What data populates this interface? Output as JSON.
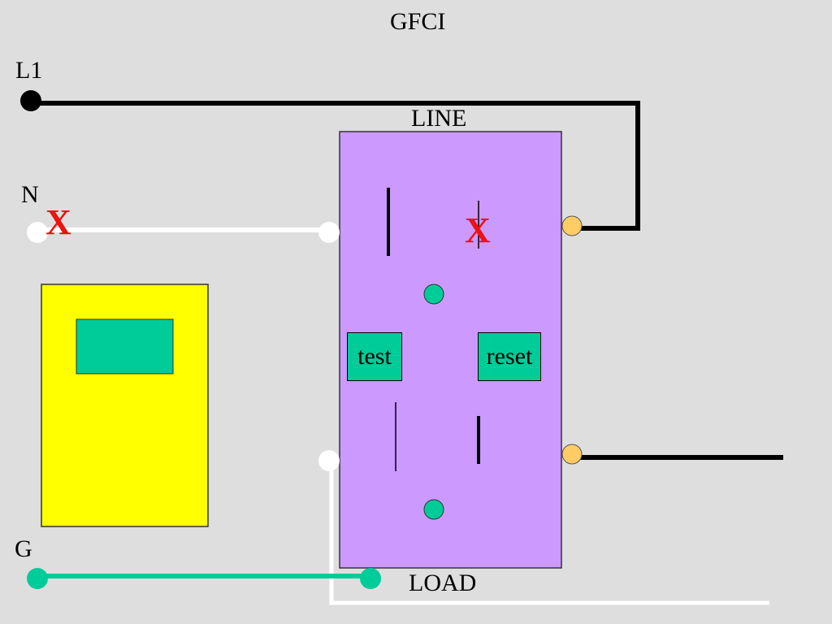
{
  "title": "GFCI",
  "terminals": {
    "hot": "L1",
    "neutral": "N",
    "ground": "G"
  },
  "device": {
    "line_label": "LINE",
    "load_label": "LOAD",
    "test_label": "test",
    "reset_label": "reset"
  },
  "fault_marks": {
    "neutral_supply": "X",
    "line_neutral_slot": "X"
  },
  "colors": {
    "background": "#dedede",
    "gfci_body": "#cc99ff",
    "tester_body": "#ffff00",
    "accent_green": "#00cc99",
    "brass_terminal": "#ffcc66",
    "fault_red": "#ee1111",
    "hot_wire": "#000000",
    "neutral_wire": "#ffffff",
    "ground_wire": "#00cc99"
  }
}
